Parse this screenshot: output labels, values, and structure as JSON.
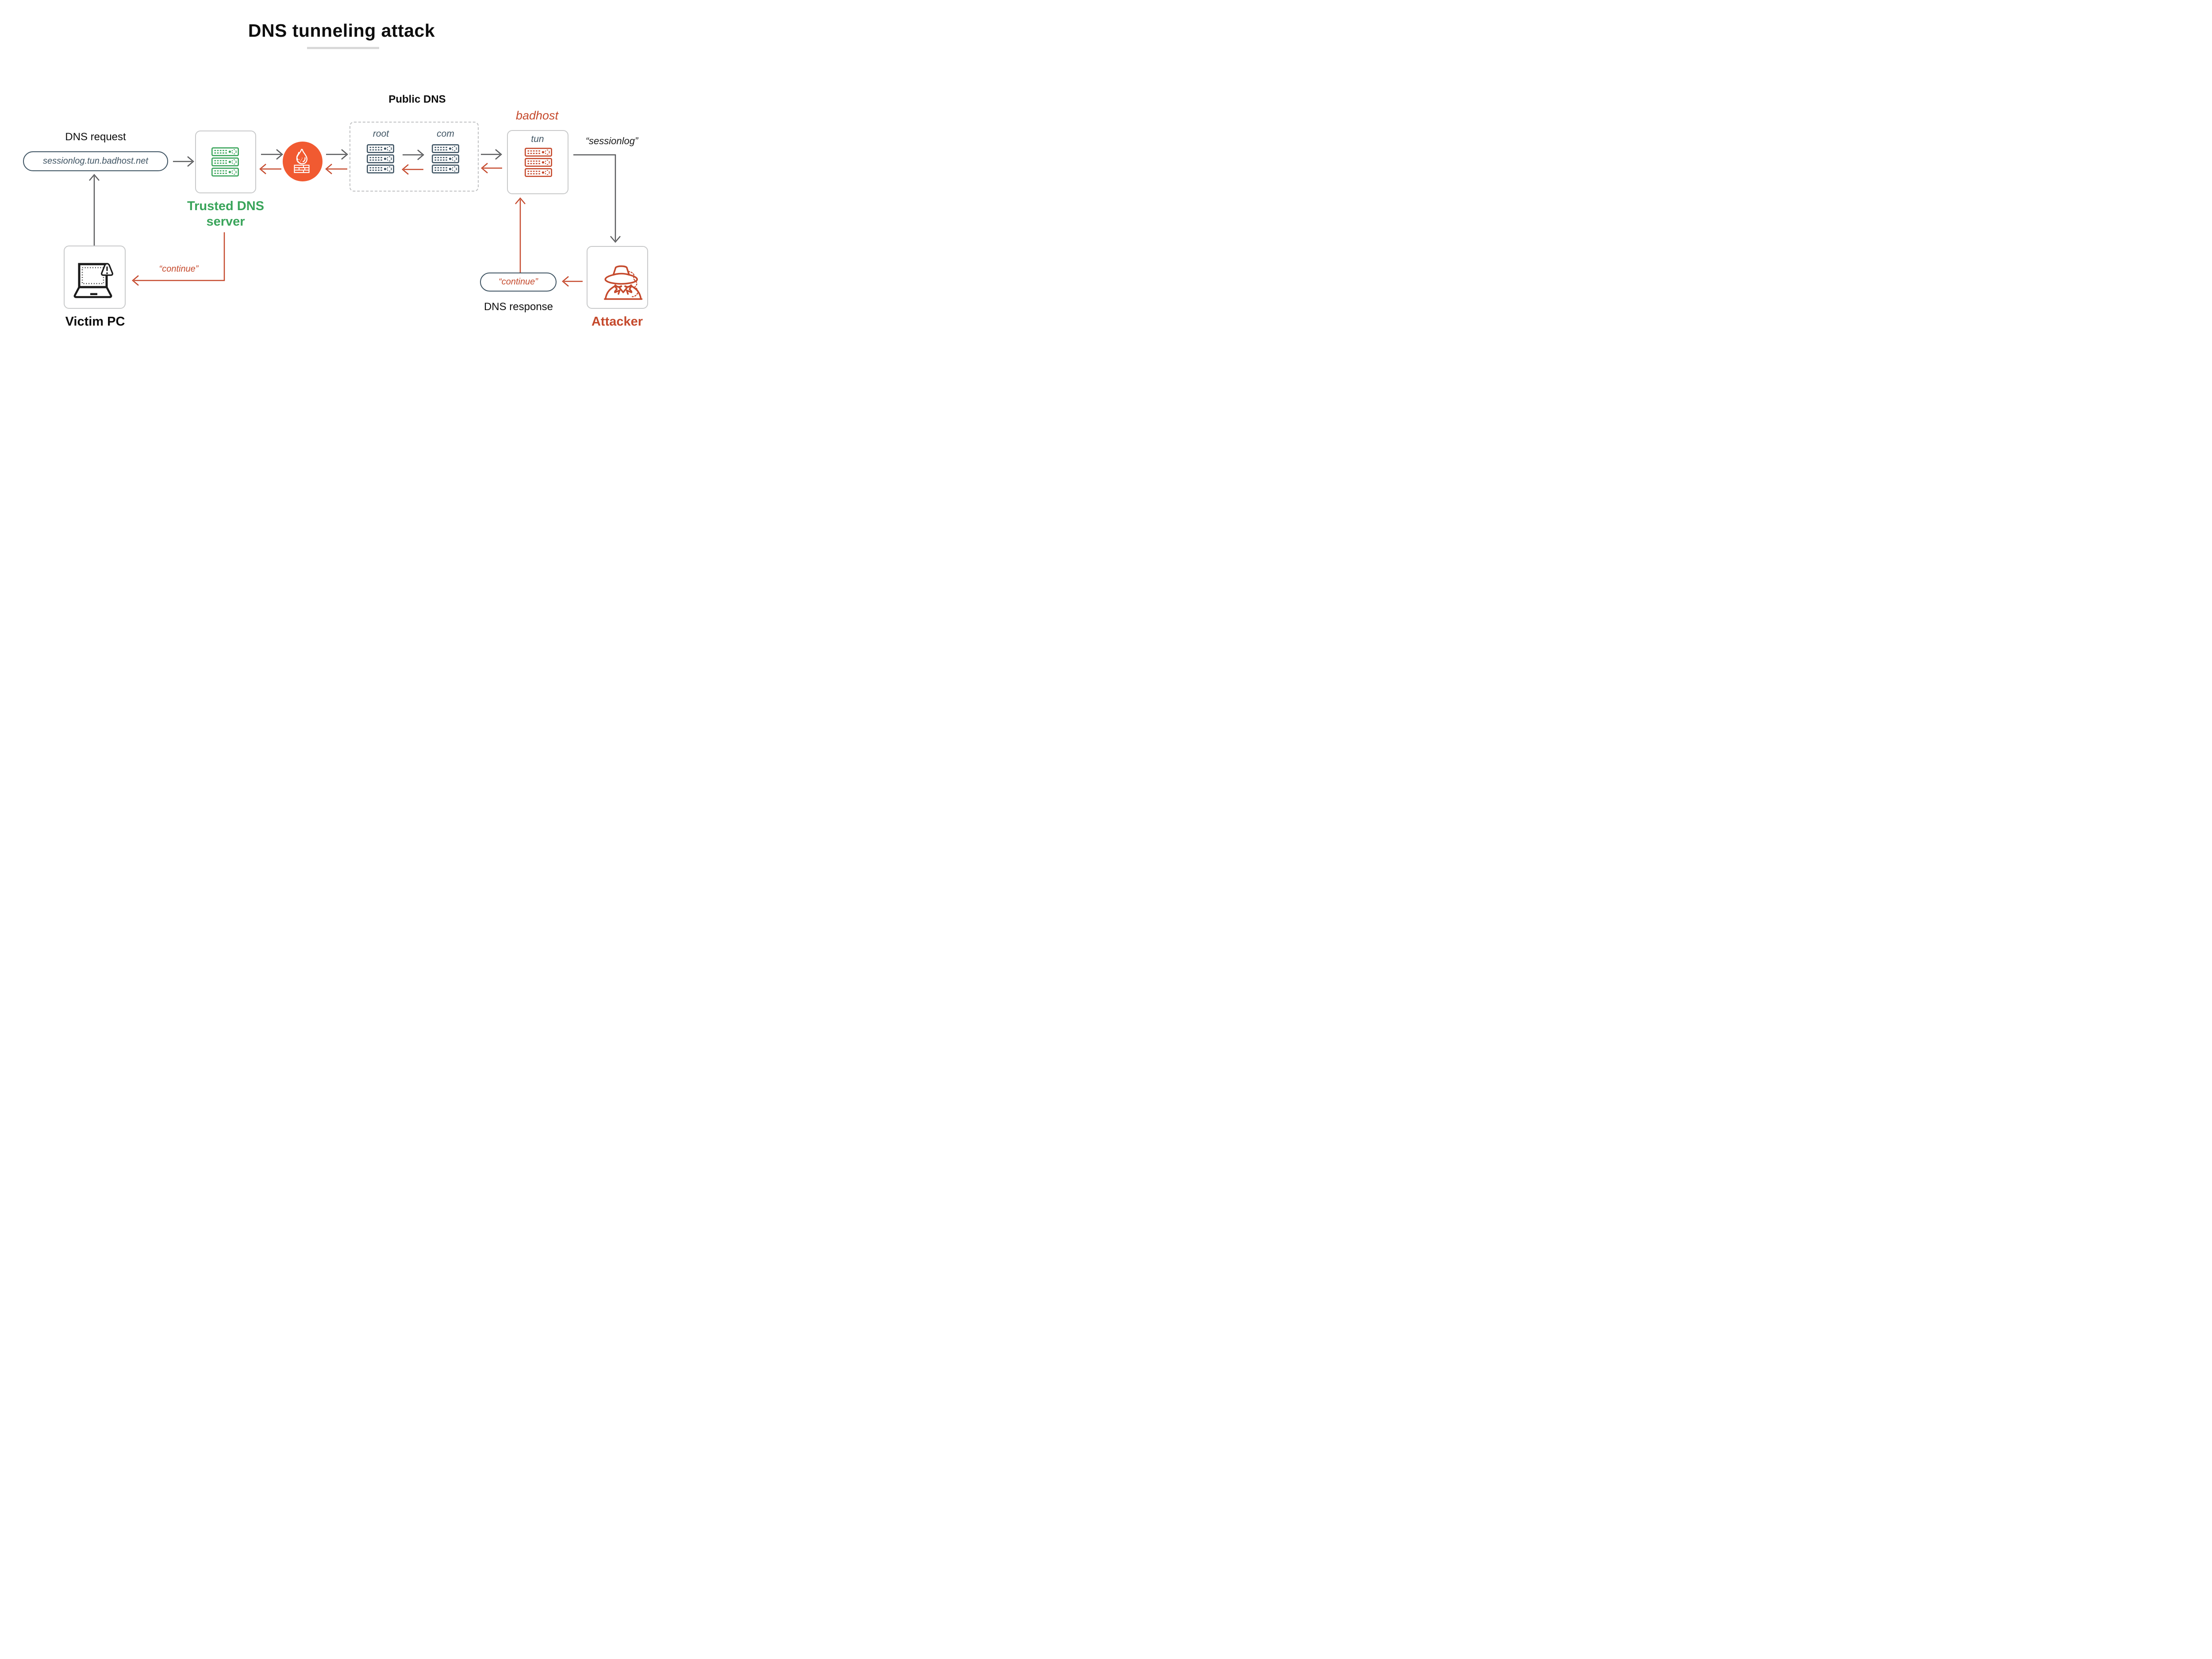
{
  "title": {
    "text": "DNS tunneling attack"
  },
  "colors": {
    "green": "#39a45a",
    "orange": "#f15a31",
    "red": "#c5492c",
    "slate": "#3f5463",
    "arrow_gray": "#595a5c",
    "box_border": "#c8c9ca",
    "dash_border": "#bfc0c2",
    "underline": "#d9d9d9"
  },
  "labels": {
    "dns_request": "DNS request",
    "dns_response": "DNS response",
    "public_dns": "Public DNS",
    "trusted_dns": "Trusted DNS server",
    "victim": "Victim PC",
    "attacker": "Attacker",
    "badhost": "badhost",
    "root": "root",
    "com": "com",
    "tun": "tun"
  },
  "values": {
    "dns_request_query": "sessionlog.tun.badhost.net",
    "dns_response_value": "“continue”",
    "continue_reply": "“continue”",
    "exfiltrated_data": "“sessionlog”"
  },
  "icons": {
    "firewall": "firewall-flame-brick-icon",
    "victim_pc": "laptop-warning-icon",
    "attacker": "spy-hat-icon",
    "dns_server": "server-rack-icon"
  }
}
